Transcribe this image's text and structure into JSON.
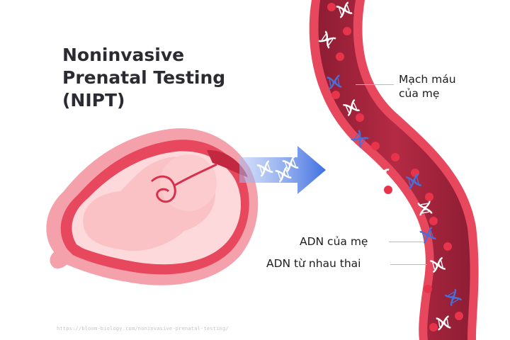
{
  "diagram": {
    "title_line1": "Noninvasive",
    "title_line2": "Prenatal Testing",
    "title_line3": "(NIPT)",
    "label_vessel_line1": "Mạch máu",
    "label_vessel_line2": "của mẹ",
    "label_maternal_dna": "ADN của mẹ",
    "label_placental_dna": "ADN từ nhau thai",
    "source_text": "https://bloom-biology.com/noninvasive-prenatal-testing/"
  },
  "colors": {
    "vessel_dark": "#a9233d",
    "vessel_mid": "#c73650",
    "blood_cell": "#e8344a",
    "dna_maternal": "#4a6fd6",
    "dna_placental": "#ffffff",
    "arrow": "#3f6fe0",
    "uterus_outer": "#f4a1ab",
    "uterus_wall": "#e8485d",
    "fetus": "#fbc2c5",
    "title": "#2b2b33",
    "leader_line": "#9ec0e6"
  },
  "icons": [
    "dna-helix-icon",
    "arrow-right-icon"
  ]
}
